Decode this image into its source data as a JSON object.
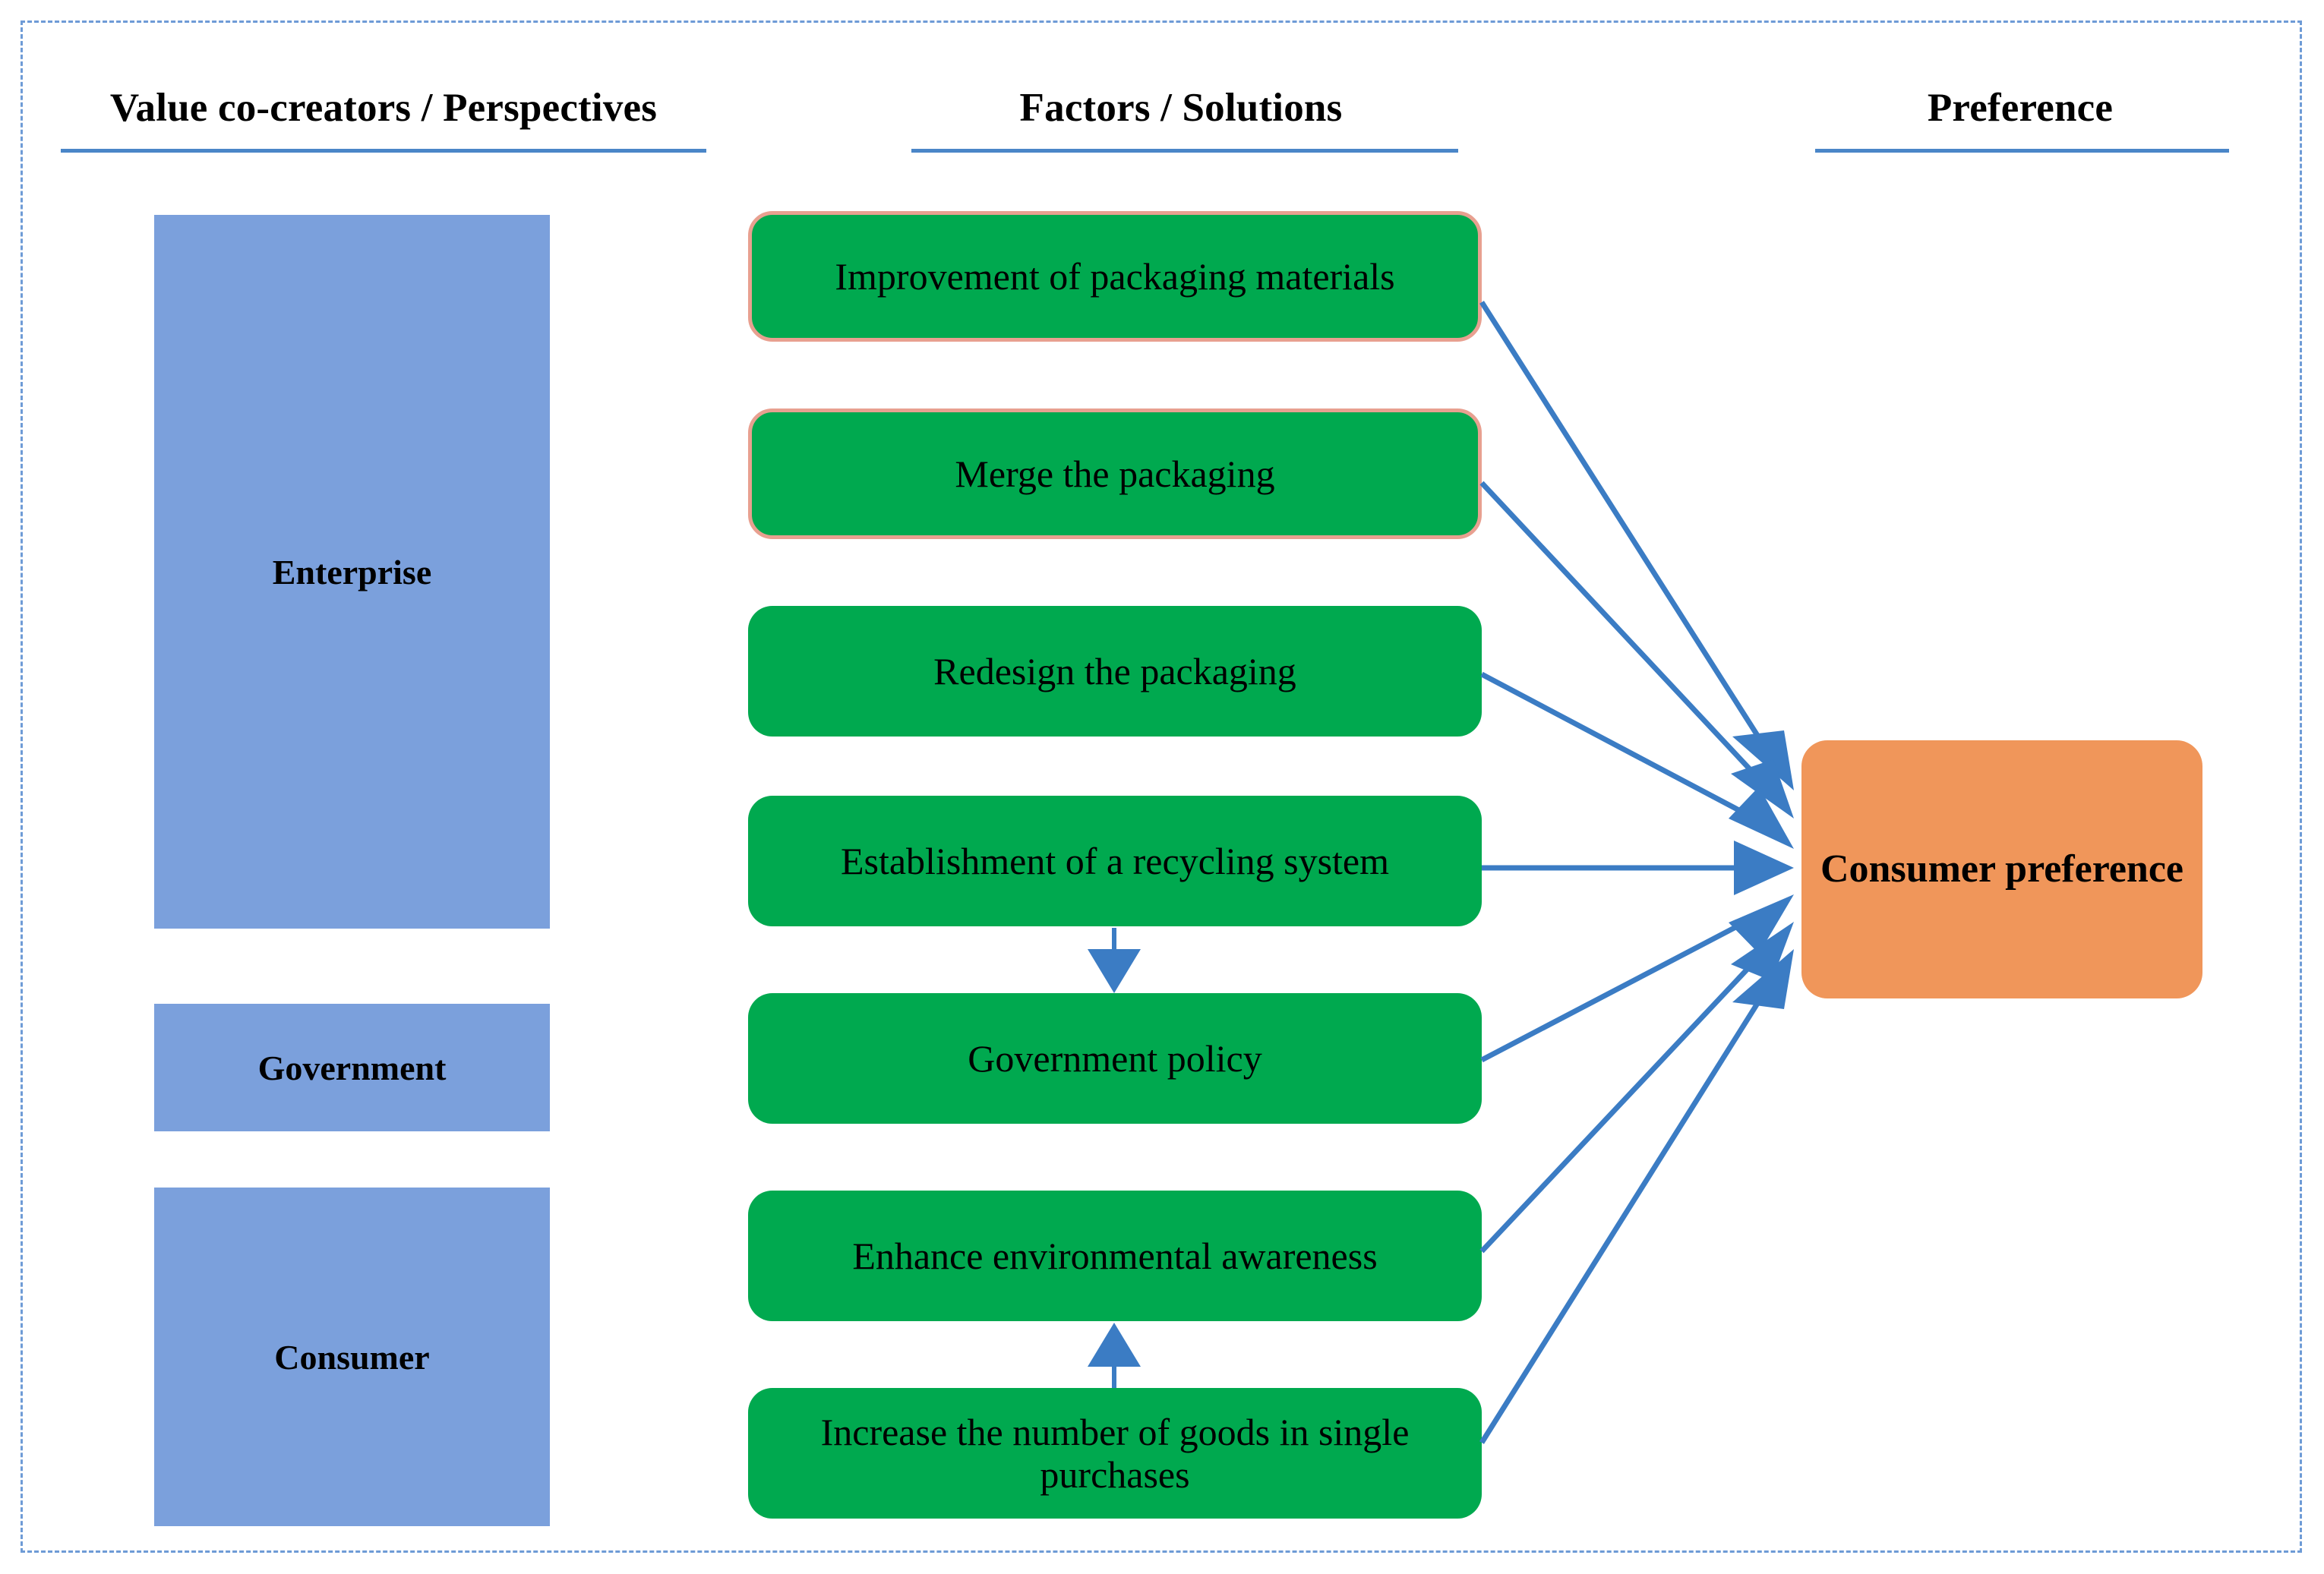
{
  "figure": {
    "border_color": "#6E9BD6",
    "background": "#ffffff"
  },
  "columns": [
    {
      "title": "Value co-creators / Perspectives"
    },
    {
      "title": "Factors / Solutions"
    },
    {
      "title": "Preference"
    }
  ],
  "rule_color": "#4A86C8",
  "perspectives": {
    "fill": "#7BA0DC",
    "items": [
      {
        "label": "Enterprise"
      },
      {
        "label": "Government"
      },
      {
        "label": "Consumer"
      }
    ]
  },
  "factors": {
    "fill": "#00A94F",
    "outline": "#E8A090",
    "items": [
      {
        "label": "Improvement of packaging materials",
        "outlined": true
      },
      {
        "label": "Merge the packaging",
        "outlined": true
      },
      {
        "label": "Redesign the packaging",
        "outlined": false
      },
      {
        "label": "Establishment of a recycling system",
        "outlined": false
      },
      {
        "label": "Government policy",
        "outlined": false
      },
      {
        "label": "Enhance environmental awareness",
        "outlined": false
      },
      {
        "label": "Increase the number of goods in single purchases",
        "outlined": false
      }
    ]
  },
  "preference": {
    "label": "Consumer preference",
    "fill": "#F0965A"
  },
  "arrows": {
    "color": "#3B7CC4",
    "connections": [
      {
        "from": "Improvement of packaging materials",
        "to": "Consumer preference"
      },
      {
        "from": "Merge the packaging",
        "to": "Consumer preference"
      },
      {
        "from": "Redesign the packaging",
        "to": "Consumer preference"
      },
      {
        "from": "Establishment of a recycling system",
        "to": "Consumer preference"
      },
      {
        "from": "Government policy",
        "to": "Consumer preference"
      },
      {
        "from": "Enhance environmental awareness",
        "to": "Consumer preference"
      },
      {
        "from": "Increase the number of goods in single purchases",
        "to": "Consumer preference"
      },
      {
        "from": "Establishment of a recycling system",
        "to": "Government policy"
      },
      {
        "from": "Increase the number of goods in single purchases",
        "to": "Enhance environmental awareness"
      }
    ]
  }
}
